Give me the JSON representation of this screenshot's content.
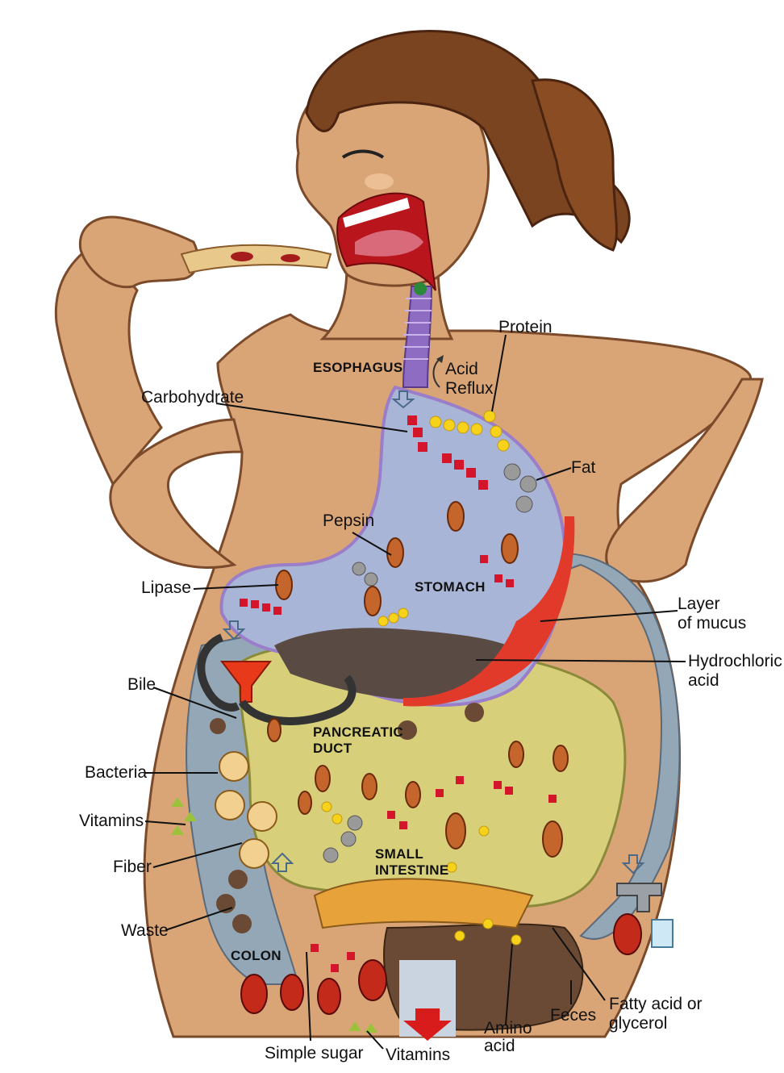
{
  "organs": {
    "esophagus": "ESOPHAGUS",
    "stomach": "STOMACH",
    "pancreatic_duct": [
      "PANCREATIC",
      "DUCT"
    ],
    "small_intestine": [
      "SMALL",
      "INTESTINE"
    ],
    "colon": "COLON"
  },
  "labels": {
    "protein": "Protein",
    "acid_reflux": [
      "Acid",
      "Reflux"
    ],
    "carbohydrate": "Carbohydrate",
    "fat": "Fat",
    "pepsin": "Pepsin",
    "lipase": "Lipase",
    "layer_of_mucus": [
      "Layer",
      "of mucus"
    ],
    "hydrochloric_acid": [
      "Hydrochloric",
      "acid"
    ],
    "bile": "Bile",
    "bacteria": "Bacteria",
    "vitamins_left": "Vitamins",
    "fiber": "Fiber",
    "waste": "Waste",
    "simple_sugar": "Simple sugar",
    "vitamins_bottom": "Vitamins",
    "amino_acid": [
      "Amino",
      "acid"
    ],
    "feces": "Feces",
    "fatty_acid": [
      "Fatty acid or",
      "glycerol"
    ]
  },
  "colors": {
    "skin": "#d9a577",
    "skin_outline": "#7a4a2a",
    "hair": "#7b4420",
    "stomach": "#a9b5d6",
    "stomach_outline": "#9b7ec9",
    "intestine": "#d8cf7a",
    "colon": "#93a7b7",
    "acid": "#5a4a44",
    "mucus": "#e23a2a",
    "protein_dot": "#f6d21a",
    "carb_block": "#d3162b",
    "enzyme": "#c4652b"
  }
}
